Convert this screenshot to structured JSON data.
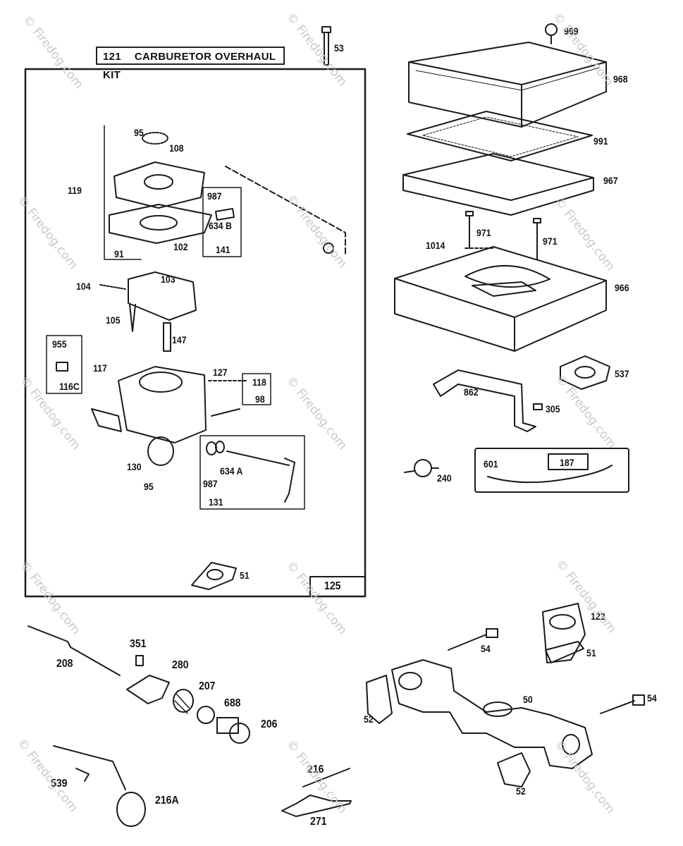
{
  "kit_box": {
    "number": "121",
    "title": "CARBURETOR OVERHAUL KIT"
  },
  "kit_panel_number": "125",
  "watermark": "© Firedog.com",
  "parts": [
    {
      "id": "p53a",
      "label": "53"
    },
    {
      "id": "p969",
      "label": "969"
    },
    {
      "id": "p968",
      "label": "968"
    },
    {
      "id": "p991",
      "label": "991"
    },
    {
      "id": "p967",
      "label": "967"
    },
    {
      "id": "p971a",
      "label": "971"
    },
    {
      "id": "p971b",
      "label": "971"
    },
    {
      "id": "p1014",
      "label": "1014"
    },
    {
      "id": "p966",
      "label": "966"
    },
    {
      "id": "p537",
      "label": "537"
    },
    {
      "id": "p862",
      "label": "862"
    },
    {
      "id": "p305",
      "label": "305"
    },
    {
      "id": "p240",
      "label": "240"
    },
    {
      "id": "p601",
      "label": "601"
    },
    {
      "id": "p187",
      "label": "187"
    },
    {
      "id": "p95a",
      "label": "95"
    },
    {
      "id": "p108",
      "label": "108"
    },
    {
      "id": "p119",
      "label": "119"
    },
    {
      "id": "p987a",
      "label": "987"
    },
    {
      "id": "p634b",
      "label": "634 B"
    },
    {
      "id": "p141",
      "label": "141"
    },
    {
      "id": "p91",
      "label": "91"
    },
    {
      "id": "p102",
      "label": "102"
    },
    {
      "id": "p103",
      "label": "103"
    },
    {
      "id": "p104",
      "label": "104"
    },
    {
      "id": "p105",
      "label": "105"
    },
    {
      "id": "p147",
      "label": "147"
    },
    {
      "id": "p955",
      "label": "955"
    },
    {
      "id": "p117",
      "label": "117"
    },
    {
      "id": "p116c",
      "label": "116C"
    },
    {
      "id": "p127",
      "label": "127"
    },
    {
      "id": "p118",
      "label": "118"
    },
    {
      "id": "p98",
      "label": "98"
    },
    {
      "id": "p634a",
      "label": "634 A"
    },
    {
      "id": "p130",
      "label": "130"
    },
    {
      "id": "p95b",
      "label": "95"
    },
    {
      "id": "p987b",
      "label": "987"
    },
    {
      "id": "p131",
      "label": "131"
    },
    {
      "id": "p51a",
      "label": "51"
    },
    {
      "id": "p122",
      "label": "122"
    },
    {
      "id": "p51b",
      "label": "51"
    },
    {
      "id": "p54a",
      "label": "54"
    },
    {
      "id": "p54b",
      "label": "54"
    },
    {
      "id": "p50",
      "label": "50"
    },
    {
      "id": "p52a",
      "label": "52"
    },
    {
      "id": "p52b",
      "label": "52"
    },
    {
      "id": "p208",
      "label": "208"
    },
    {
      "id": "p351",
      "label": "351"
    },
    {
      "id": "p280",
      "label": "280"
    },
    {
      "id": "p207",
      "label": "207"
    },
    {
      "id": "p688",
      "label": "688"
    },
    {
      "id": "p206",
      "label": "206"
    },
    {
      "id": "p539",
      "label": "539"
    },
    {
      "id": "p216a",
      "label": "216A"
    },
    {
      "id": "p216",
      "label": "216"
    },
    {
      "id": "p271",
      "label": "271"
    }
  ]
}
